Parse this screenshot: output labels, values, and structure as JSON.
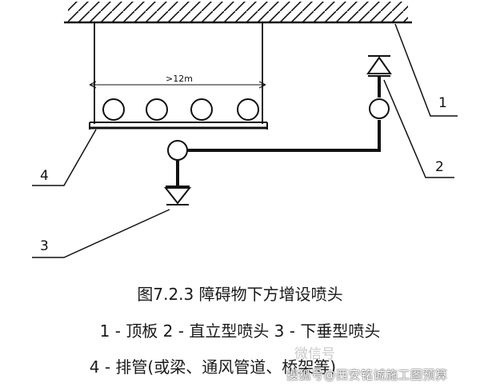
{
  "diagram": {
    "dimension_label": ">12m",
    "callout_labels": [
      "1",
      "2",
      "3",
      "4"
    ]
  },
  "caption": {
    "title": "图7.2.3  障碍物下方增设喷头",
    "line1": "1 - 顶板  2 - 直立型喷头  3 - 下垂型喷头",
    "line2": "4 - 排管(或梁、通风管道、桥架等)"
  },
  "watermarks": {
    "wechat": "微信号",
    "source": "搜狐号@西安铭诚施工图预算"
  },
  "colors": {
    "line": "#111111",
    "watermark_gray": "#c9c9c9"
  }
}
